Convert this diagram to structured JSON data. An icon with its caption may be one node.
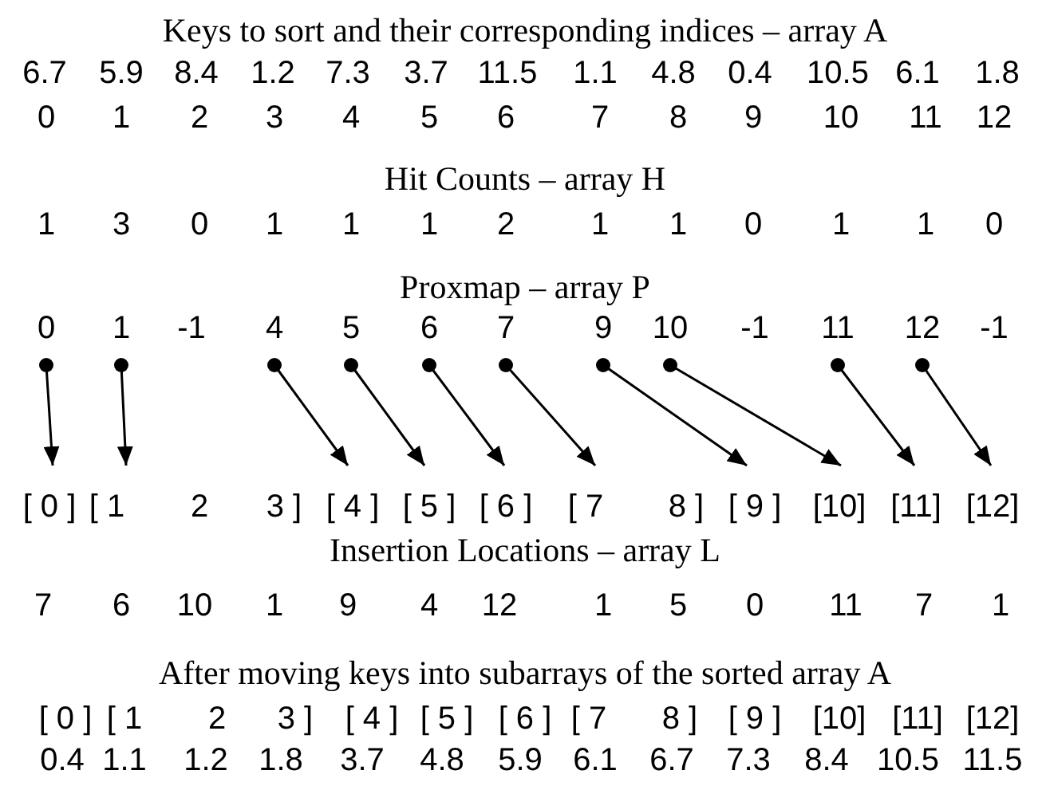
{
  "diagram": {
    "nodes": [
      {
        "text": [
          "0"
        ]
      },
      {
        "text": [
          "1"
        ]
      },
      {
        "text": [
          "-1"
        ]
      },
      {
        "text": [
          "4"
        ]
      },
      {
        "text": [
          "5"
        ]
      },
      {
        "text": [
          "6"
        ]
      },
      {
        "text": [
          "7"
        ]
      },
      {
        "text": [
          "9"
        ]
      },
      {
        "text": [
          "10"
        ]
      },
      {
        "text": [
          "-1"
        ]
      },
      {
        "text": [
          "11"
        ]
      },
      {
        "text": [
          "12"
        ]
      },
      {
        "text": [
          "-1"
        ]
      },
      {
        "text": [
          "[ 0 ]"
        ]
      },
      {
        "text": [
          "[ 1"
        ]
      },
      {
        "text": [
          "2"
        ]
      },
      {
        "text": [
          "3 ]"
        ]
      },
      {
        "text": [
          "[ 4 ]"
        ]
      },
      {
        "text": [
          "[ 5 ]"
        ]
      },
      {
        "text": [
          "[ 6 ]"
        ]
      },
      {
        "text": [
          "[ 7"
        ]
      },
      {
        "text": [
          "8 ]"
        ]
      },
      {
        "text": [
          "[ 9 ]"
        ]
      },
      {
        "text": [
          "[10]"
        ]
      },
      {
        "text": [
          "[11]"
        ]
      },
      {
        "text": [
          "[12]"
        ]
      }
    ],
    "edges": [
      {
        "from": 0,
        "to": 13,
        "arrow": "to"
      },
      {
        "from": 1,
        "to": 14,
        "arrow": "to"
      },
      {
        "from": 3,
        "to": 17,
        "arrow": "to"
      },
      {
        "from": 4,
        "to": 18,
        "arrow": "to"
      },
      {
        "from": 5,
        "to": 19,
        "arrow": "to"
      },
      {
        "from": 6,
        "to": 20,
        "arrow": "to"
      },
      {
        "from": 7,
        "to": 22,
        "arrow": "to"
      },
      {
        "from": 8,
        "to": 23,
        "arrow": "to"
      },
      {
        "from": 10,
        "to": 24,
        "arrow": "to"
      },
      {
        "from": 11,
        "to": 25,
        "arrow": "to"
      }
    ],
    "labels": [
      "Keys to sort and their corresponding indices – array A",
      "6.7",
      "5.9",
      "8.4",
      "1.2",
      "7.3",
      "3.7",
      "11.5",
      "1.1",
      "4.8",
      "0.4",
      "10.5",
      "6.1",
      "1.8",
      "0",
      "1",
      "2",
      "3",
      "4",
      "5",
      "6",
      "7",
      "8",
      "9",
      "10",
      "11",
      "12",
      "Hit Counts – array H",
      "1",
      "3",
      "0",
      "1",
      "1",
      "1",
      "2",
      "1",
      "1",
      "0",
      "1",
      "1",
      "0",
      "Proxmap – array P",
      "Insertion Locations – array L",
      "7",
      "6",
      "10",
      "1",
      "9",
      "4",
      "12",
      "1",
      "5",
      "0",
      "11",
      "7",
      "1",
      "After moving keys into subarrays of the sorted array A",
      "[ 0 ]",
      "[ 1",
      "2",
      "3 ]",
      "[ 4 ]",
      "[ 5 ]",
      "[ 6 ]",
      "[ 7",
      "8 ]",
      "[ 9 ]",
      "[10]",
      "[11]",
      "[12]",
      "0.4",
      "1.1",
      "1.2",
      "1.8",
      "3.7",
      "4.8",
      "5.9",
      "6.1",
      "6.7",
      "7.3",
      "8.4",
      "10.5",
      "11.5"
    ]
  }
}
